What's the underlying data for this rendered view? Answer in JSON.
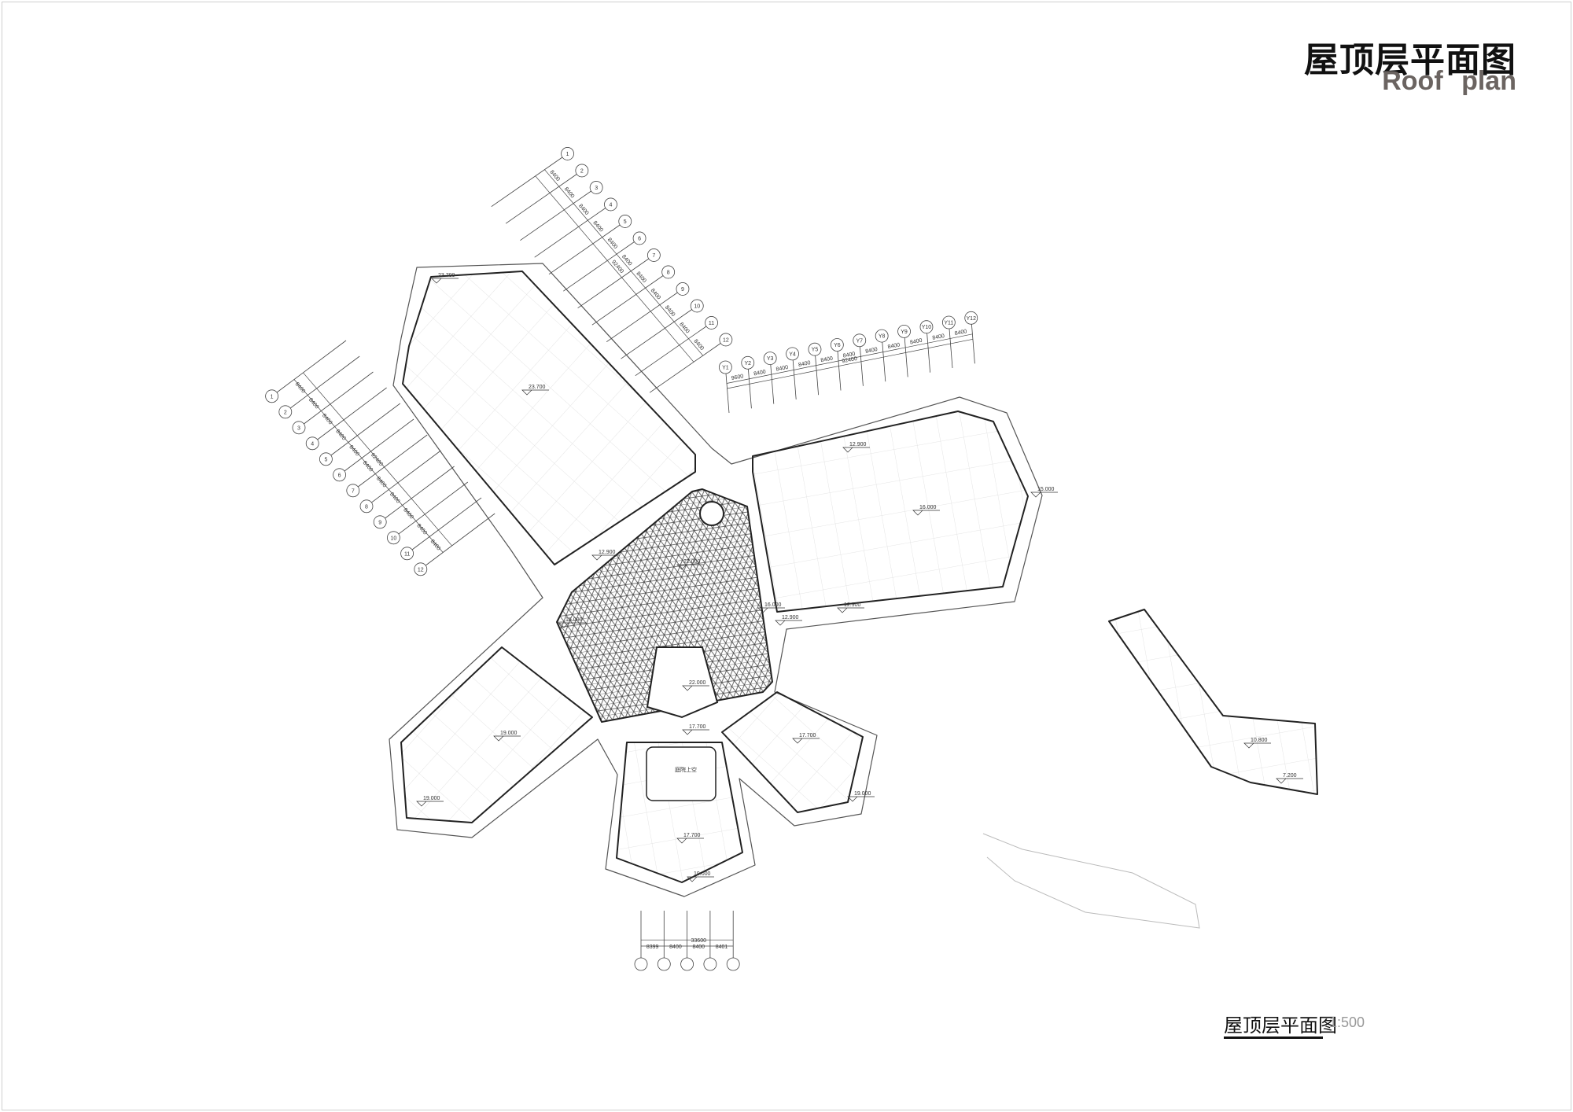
{
  "title": {
    "cn": "屋顶层平面图",
    "en": "Roof plan"
  },
  "footer": {
    "label": "屋顶层平面图",
    "scale": "1:500"
  },
  "elevations": [
    "23.700",
    "23.700",
    "12.900",
    "22.000",
    "16.000",
    "12.900",
    "16.000",
    "22.000",
    "17.700",
    "17.700",
    "17.700",
    "19.000",
    "19.000",
    "19.000",
    "19.000",
    "12.900",
    "16.000",
    "12.900",
    "15.000",
    "10.800",
    "7.200"
  ],
  "courtyard_label": "庭院上空",
  "axes": {
    "north_diagonal": {
      "labels": [
        "1",
        "2",
        "3",
        "4",
        "5",
        "6",
        "7",
        "8",
        "9",
        "10",
        "11",
        "12"
      ],
      "spacing": "8400",
      "total": "92400"
    },
    "west_diagonal": {
      "labels": [
        "1",
        "2",
        "3",
        "4",
        "5",
        "6",
        "7",
        "8",
        "9",
        "10",
        "11",
        "12"
      ],
      "spacing": "8400",
      "total": "92400"
    },
    "y_row": {
      "labels": [
        "Y1",
        "Y2",
        "Y3",
        "Y4",
        "Y5",
        "Y6",
        "Y7",
        "Y8",
        "Y9",
        "Y10",
        "Y11",
        "Y12"
      ],
      "dims": [
        "9600",
        "8400",
        "8400",
        "8400",
        "8400",
        "8400",
        "8400",
        "8400",
        "8400",
        "8400",
        "8400"
      ],
      "total": "92400"
    },
    "south_row": {
      "dims": [
        "8399",
        "8400",
        "8400",
        "8401"
      ],
      "total": "33600"
    }
  },
  "colors": {
    "line": "#222222",
    "grid": "#d8d8d8",
    "subtitle": "#6b6461"
  }
}
